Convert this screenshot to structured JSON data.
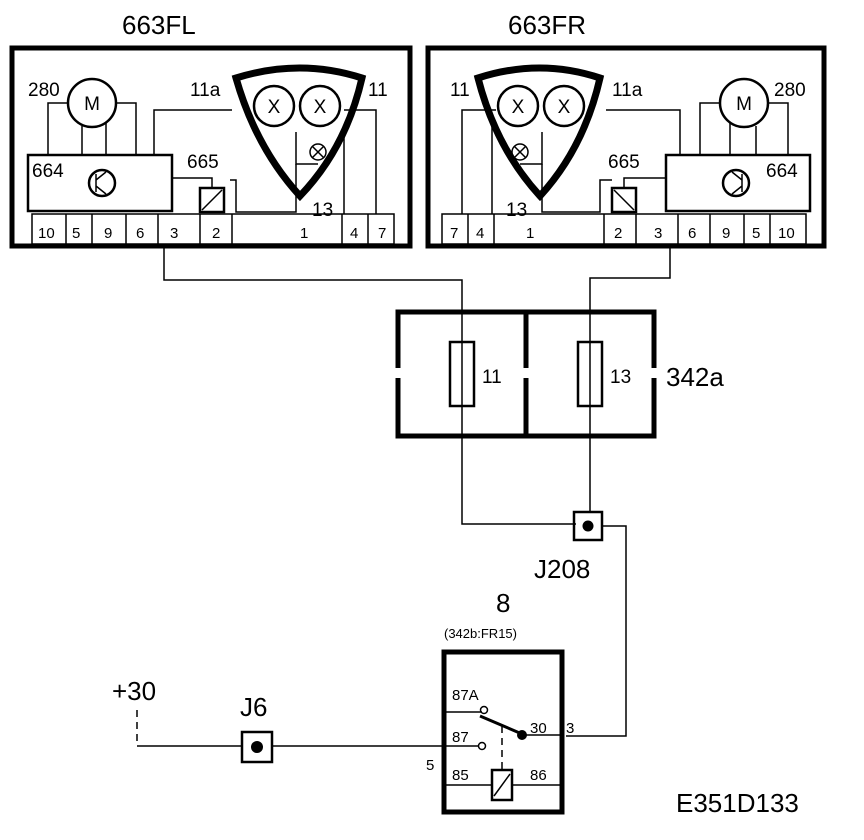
{
  "units": {
    "left_headlamp": "663FL",
    "right_headlamp": "663FR",
    "fuse_box": "342a",
    "relay_position": "8",
    "relay_location": "(342b:FR15)",
    "junction_1": "J208",
    "junction_2": "J6",
    "supply": "+30",
    "diagram_code": "E351D133"
  },
  "headlamp_components": {
    "motor_ref": "280",
    "motor_symbol": "M",
    "control_unit_ref": "664",
    "actuator_ref": "665",
    "lamp_symbol": "X",
    "bulb_11a": "11a",
    "bulb_11": "11",
    "bulb_13": "13"
  },
  "left_pins": [
    "10",
    "5",
    "9",
    "6",
    "3",
    "2",
    "1",
    "4",
    "7"
  ],
  "right_pins": [
    "7",
    "4",
    "1",
    "2",
    "3",
    "6",
    "9",
    "5",
    "10"
  ],
  "fuses": {
    "left": "11",
    "right": "13"
  },
  "relay_terminals": {
    "t87a": "87A",
    "t87": "87",
    "t30": "30",
    "t85": "85",
    "t86": "86",
    "pin_in": "5",
    "pin_out": "3"
  }
}
